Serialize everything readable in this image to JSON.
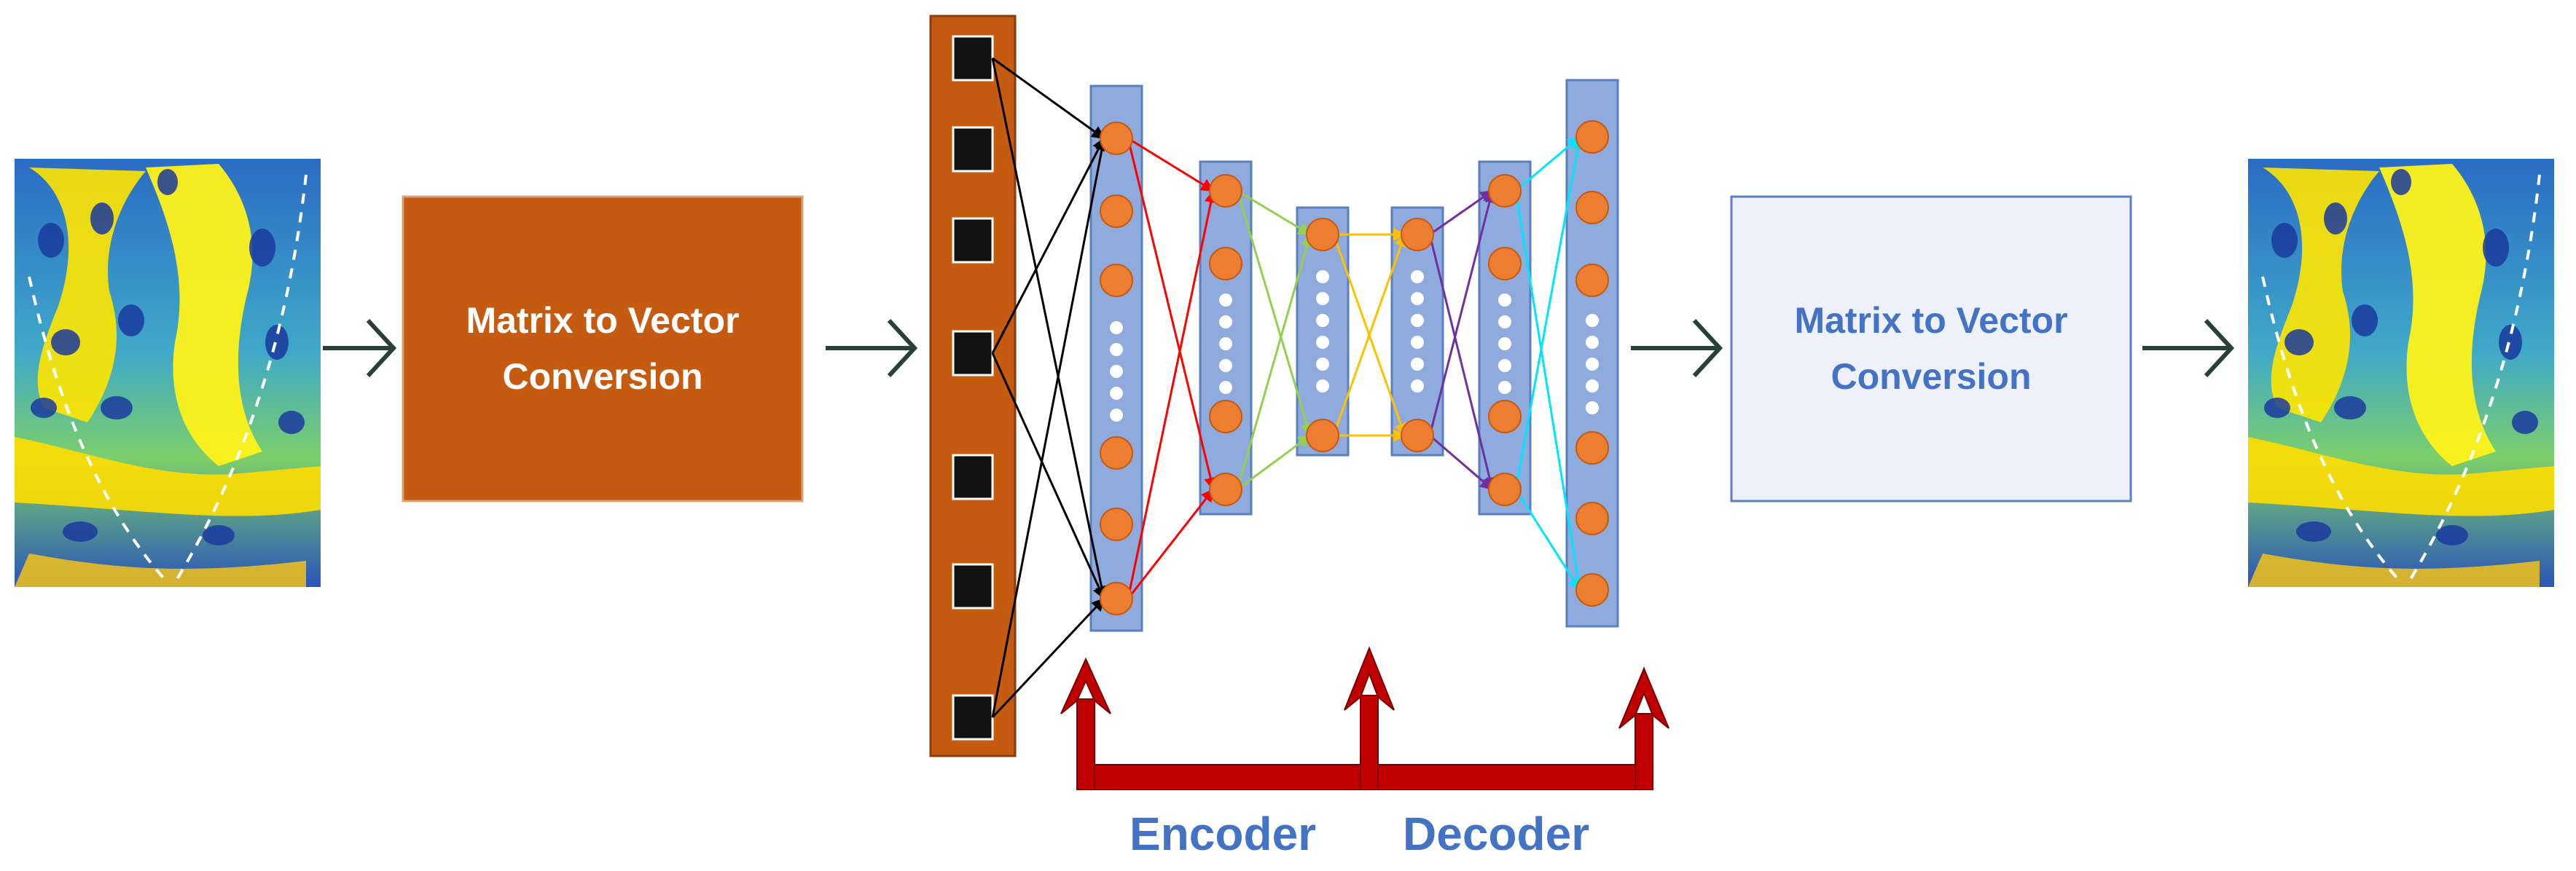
{
  "left_box": {
    "line1": "Matrix to Vector",
    "line2": "Conversion",
    "fill": "#c55a11",
    "text_color": "#ffffff"
  },
  "right_box": {
    "line1": "Matrix to Vector",
    "line2": "Conversion",
    "fill": "#eef1fa",
    "border": "#5b7fbf",
    "text_color": "#4472c4"
  },
  "labels": {
    "encoder": "Encoder",
    "decoder": "Decoder"
  },
  "colors": {
    "input_strip": "#c55a11",
    "layer_fill": "#8faadc",
    "neuron": "#ed7d31",
    "flow_arrow": "#c00000",
    "input_edges": "#000000",
    "edges_1": "#ff0000",
    "edges_2": "#92d050",
    "edges_3": "#ffc000",
    "edges_4": "#7030a0",
    "edges_5": "#00e5ff",
    "connector_arrow": "#27403a"
  },
  "icons": [
    "input-spectrogram-image",
    "output-spectrogram-image"
  ]
}
